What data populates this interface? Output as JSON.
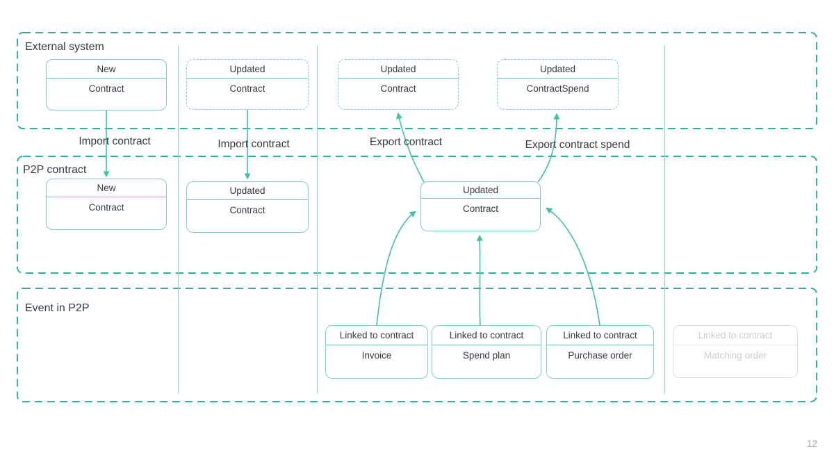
{
  "slide": {
    "page_number": "12"
  },
  "lanes": [
    {
      "label": "External system"
    },
    {
      "label": "P2P contract"
    },
    {
      "label": "Event in P2P"
    }
  ],
  "edges": {
    "labels": [
      {
        "text": "Import contract"
      },
      {
        "text": "Import contract"
      },
      {
        "text": "Export contract"
      },
      {
        "text": "Export contract spend"
      }
    ]
  },
  "nodes": [
    {
      "header": "New",
      "body": "Contract",
      "style": "solid"
    },
    {
      "header": "Updated",
      "body": "Contract",
      "style": "dashed"
    },
    {
      "header": "Updated",
      "body": "Contract",
      "style": "dashed"
    },
    {
      "header": "Updated",
      "body": "ContractSpend",
      "style": "dashed"
    },
    {
      "header": "New",
      "body": "Contract",
      "style": "solid"
    },
    {
      "header": "Updated",
      "body": "Contract",
      "style": "solid"
    },
    {
      "header": "Updated",
      "body": "Contract",
      "style": "solid"
    },
    {
      "header": "Linked to contract",
      "body": "Invoice",
      "style": "solid"
    },
    {
      "header": "Linked to contract",
      "body": "Spend plan",
      "style": "solid"
    },
    {
      "header": "Linked to contract",
      "body": "Purchase order",
      "style": "solid"
    },
    {
      "header": "Linked to contract",
      "body": "Matching order",
      "style": "disabled"
    }
  ],
  "colors": {
    "lane_border": "#2fb2a2",
    "node_border": "#7ed0c4",
    "node_divider": "#68c7b7",
    "arrow": "#3bc2a0",
    "column_divider": "#8cd6ca",
    "text": "#333b45",
    "disabled_border": "#dedfe1",
    "disabled_text": "#c9cdd1",
    "page_number": "#a5aaaf"
  }
}
